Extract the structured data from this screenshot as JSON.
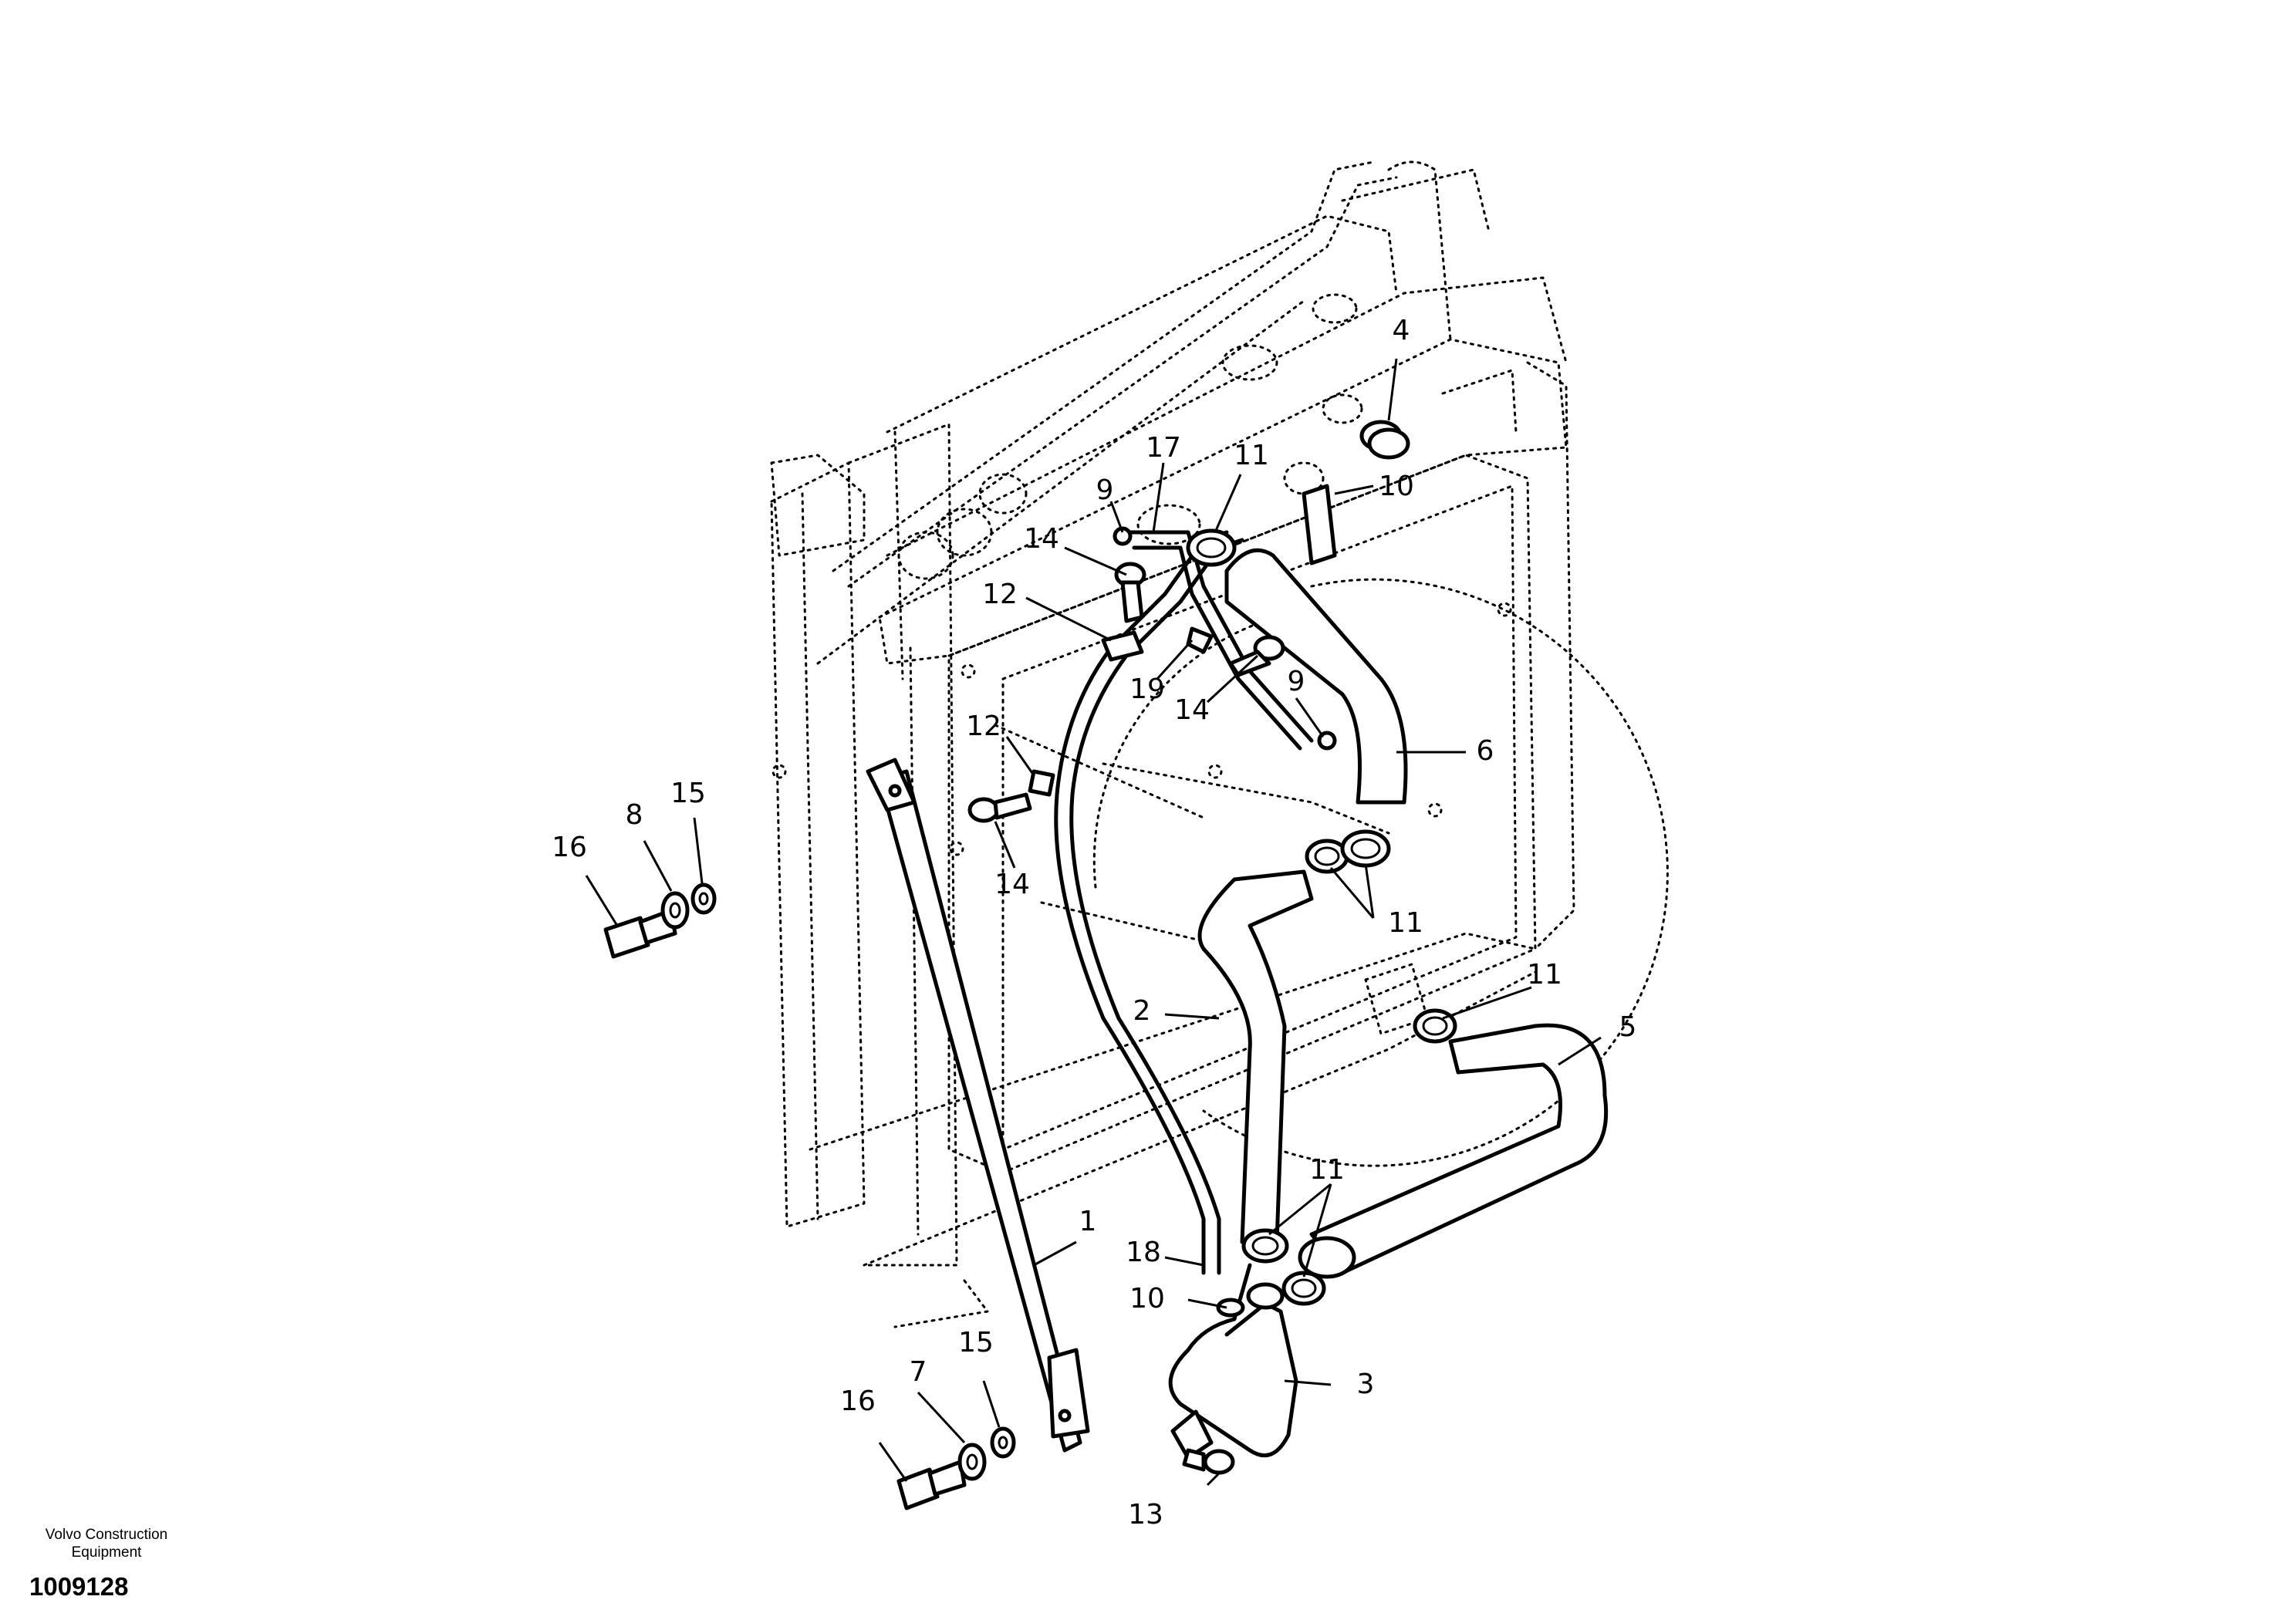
{
  "diagram": {
    "callouts": [
      {
        "label": "1"
      },
      {
        "label": "2"
      },
      {
        "label": "3"
      },
      {
        "label": "4"
      },
      {
        "label": "5"
      },
      {
        "label": "6"
      },
      {
        "label": "7"
      },
      {
        "label": "8"
      },
      {
        "label": "9"
      },
      {
        "label": "9"
      },
      {
        "label": "10"
      },
      {
        "label": "10"
      },
      {
        "label": "11"
      },
      {
        "label": "11"
      },
      {
        "label": "11"
      },
      {
        "label": "11"
      },
      {
        "label": "12"
      },
      {
        "label": "12"
      },
      {
        "label": "13"
      },
      {
        "label": "14"
      },
      {
        "label": "14"
      },
      {
        "label": "14"
      },
      {
        "label": "15"
      },
      {
        "label": "15"
      },
      {
        "label": "16"
      },
      {
        "label": "16"
      },
      {
        "label": "17"
      },
      {
        "label": "18"
      },
      {
        "label": "19"
      }
    ]
  },
  "footer": {
    "brand_line1": "Volvo Construction",
    "brand_line2": "Equipment",
    "doc_number": "1009128"
  }
}
